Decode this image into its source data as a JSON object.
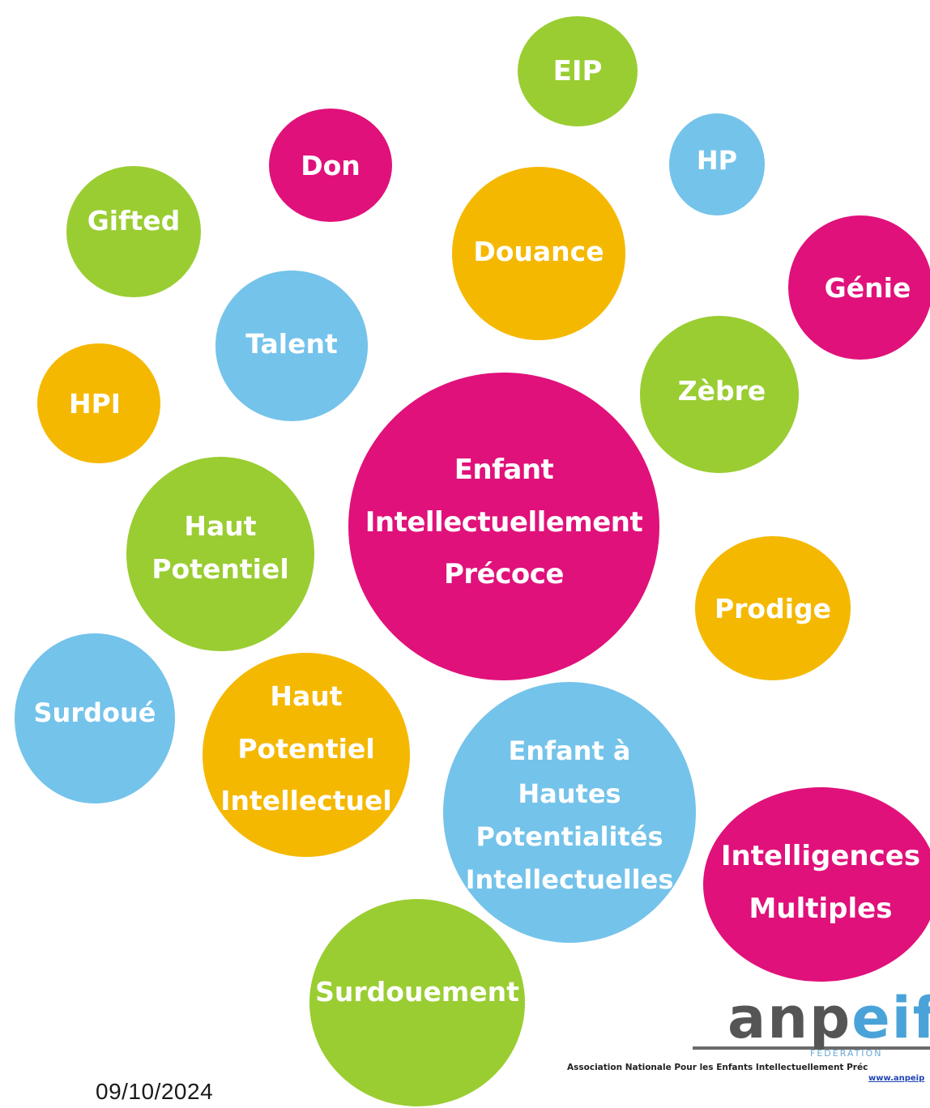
{
  "bubbles": {
    "eip": "EIP",
    "don": "Don",
    "hp": "HP",
    "gifted": "Gifted",
    "douance": "Douance",
    "genie": "Génie",
    "talent": "Talent",
    "hpi": "HPI",
    "zebre": "Zèbre",
    "eip_full": "Enfant\nIntellectuellement\nPrécoce",
    "haut_potentiel": "Haut\nPotentiel",
    "prodige": "Prodige",
    "surdoue": "Surdoué",
    "hpi_full": "Haut\nPotentiel\nIntellectuel",
    "ehpi": "Enfant à\nHautes\nPotentialités\nIntellectuelles",
    "intelligences_multiples": "Intelligences\nMultiples",
    "surdouement": "Surdouement"
  },
  "colors": {
    "green": "#9ACD32",
    "pink": "#E0117A",
    "blue": "#74C3EA",
    "orange": "#F5B800"
  },
  "logo": {
    "word_part1": "anp",
    "word_part2": "eif",
    "sub": "FEDERATION",
    "tagline": "Association Nationale Pour les Enfants Intellectuellement Préc",
    "url": "www.anpeip"
  },
  "footer": {
    "date": "09/10/2024"
  }
}
